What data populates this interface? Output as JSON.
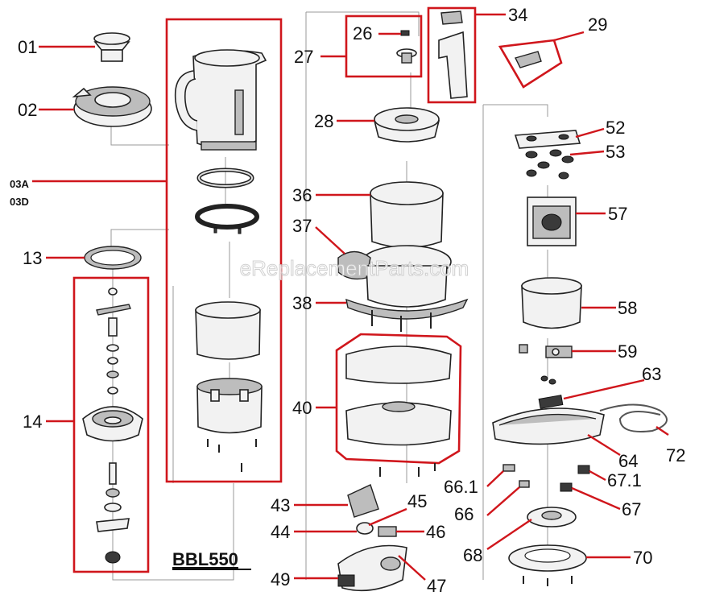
{
  "model": "BBL550",
  "watermark": "eReplacementParts.com",
  "colors": {
    "callout": "#d0161c",
    "line": "#222222"
  },
  "labels": {
    "p01": "01",
    "p02": "02",
    "p03a": "03A",
    "p03d": "03D",
    "p13": "13",
    "p14": "14",
    "p26": "26",
    "p27": "27",
    "p28": "28",
    "p29": "29",
    "p34": "34",
    "p36": "36",
    "p37": "37",
    "p38": "38",
    "p40": "40",
    "p43": "43",
    "p44": "44",
    "p45": "45",
    "p46": "46",
    "p47": "47",
    "p49": "49",
    "p52": "52",
    "p53": "53",
    "p57": "57",
    "p58": "58",
    "p59": "59",
    "p63": "63",
    "p64": "64",
    "p66": "66",
    "p66_1": "66.1",
    "p67": "67",
    "p67_1": "67.1",
    "p68": "68",
    "p70": "70",
    "p72": "72"
  }
}
